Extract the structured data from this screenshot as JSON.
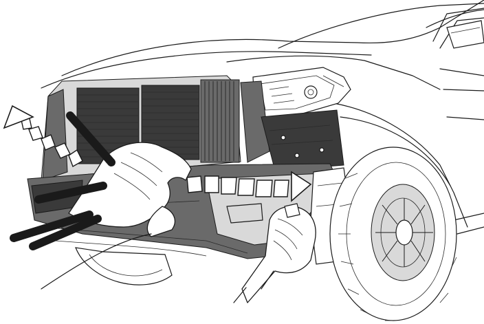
{
  "illustration": {
    "subject": "",
    "colors": {
      "line": "#1a1a1a",
      "grille": "#4a4a4a",
      "shade": "#6a6a6a",
      "panel": "#d9d9d9",
      "background": "#ffffff"
    },
    "arrows": {
      "count": 2,
      "style": "segmented-outline"
    },
    "motion_lines": {
      "count": 4
    }
  }
}
